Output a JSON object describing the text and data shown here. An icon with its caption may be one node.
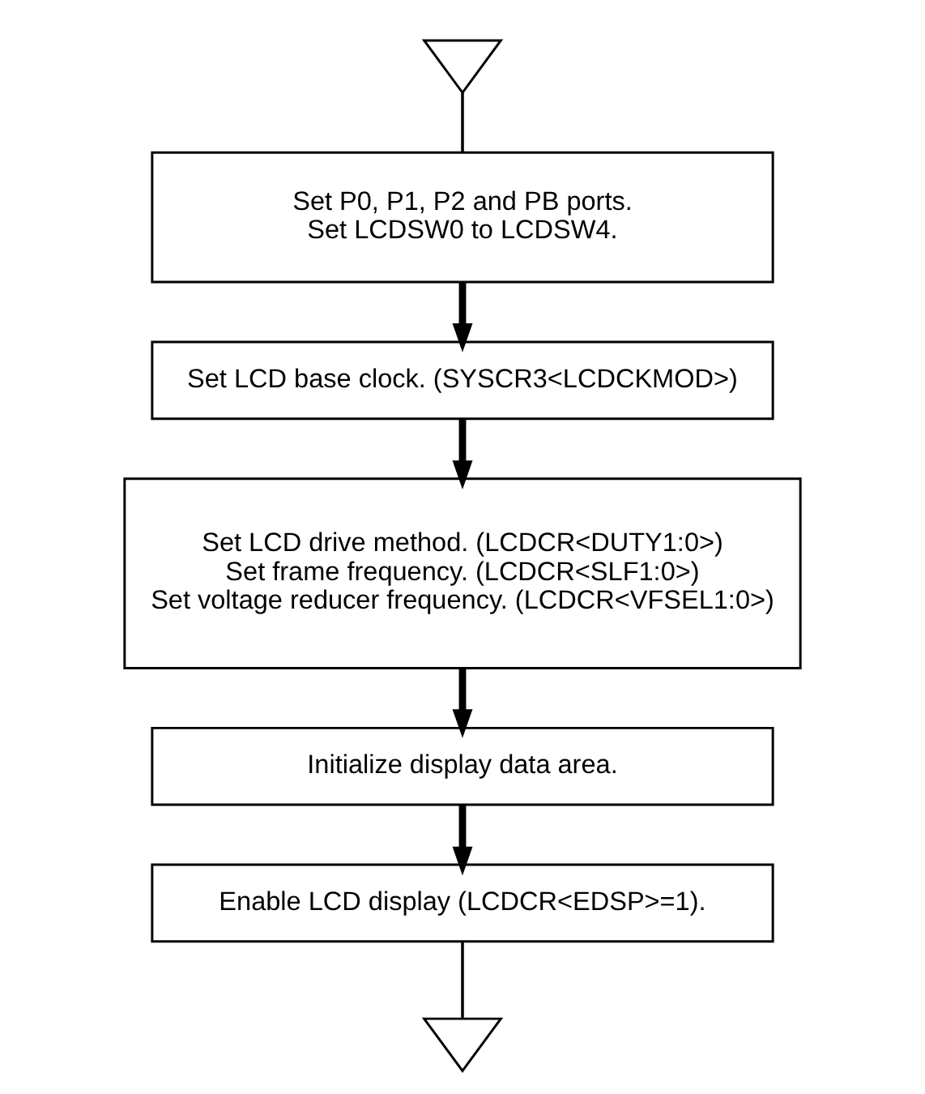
{
  "diagram": {
    "nodes": [
      {
        "text": [],
        "shape": "triangle"
      },
      {
        "text": [
          "Set P0, P1, P2 and PB ports.",
          "Set LCDSW0 to LCDSW4."
        ]
      },
      {
        "text": [
          "Set LCD base clock. (SYSCR3<LCDCKMOD>)"
        ]
      },
      {
        "text": [
          "Set LCD drive method. (LCDCR<DUTY1:0>)",
          "Set frame frequency. (LCDCR<SLF1:0>)",
          "Set voltage reducer frequency. (LCDCR<VFSEL1:0>)"
        ]
      },
      {
        "text": [
          "Initialize display data area."
        ]
      },
      {
        "text": [
          "Enable LCD display (LCDCR<EDSP>=1)."
        ]
      },
      {
        "text": [],
        "shape": "triangle"
      }
    ],
    "edges": [
      {
        "from": 0,
        "to": 1,
        "arrow": "none"
      },
      {
        "from": 1,
        "to": 2,
        "arrow": "to"
      },
      {
        "from": 2,
        "to": 3,
        "arrow": "to"
      },
      {
        "from": 3,
        "to": 4,
        "arrow": "to"
      },
      {
        "from": 4,
        "to": 5,
        "arrow": "to"
      },
      {
        "from": 5,
        "to": 6,
        "arrow": "none"
      }
    ]
  }
}
